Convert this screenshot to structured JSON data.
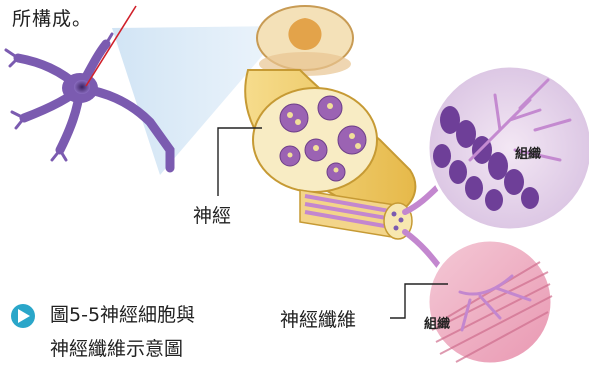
{
  "caption_top": "所構成。",
  "labels": {
    "nerve": "神經",
    "nerve_fiber": "神經纖維",
    "tissue_upper": "組織",
    "tissue_lower": "組織"
  },
  "figure": {
    "title_line1": "圖5-5神經細胞與",
    "title_line2": "神經纖維示意圖"
  },
  "colors": {
    "accent_icon": "#2aa6c9",
    "leader_line": "#d0202a",
    "neuron": "#7b5bb0",
    "sheath": "#f2d27a"
  }
}
